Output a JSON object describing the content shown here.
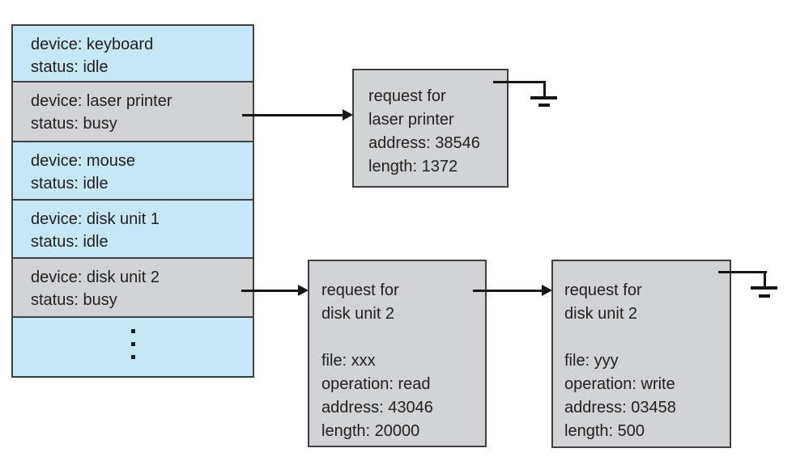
{
  "colors": {
    "idle_fill": "#c6e7f5",
    "busy_fill": "#d2d3d5",
    "border": "#3f4040",
    "text": "#1f1f1f",
    "arrow": "#161616",
    "background": "#ffffff"
  },
  "device_table": {
    "rows": [
      {
        "device": "device: keyboard",
        "status": "status: idle",
        "state": "idle"
      },
      {
        "device": "device: laser printer",
        "status": "status: busy",
        "state": "busy"
      },
      {
        "device": "device: mouse",
        "status": "status: idle",
        "state": "idle"
      },
      {
        "device": "device: disk unit 1",
        "status": "status: idle",
        "state": "idle"
      },
      {
        "device": "device: disk unit 2",
        "status": "status: busy",
        "state": "busy"
      }
    ],
    "more_rows_indicator": "⋮"
  },
  "request_nodes": {
    "laser_printer": {
      "line1": "request for",
      "line2": "laser printer",
      "address": "address: 38546",
      "length": "length: 1372"
    },
    "disk_unit_2_first": {
      "line1": "request for",
      "line2": "disk unit 2",
      "file": "file: xxx",
      "operation": "operation: read",
      "address": "address: 43046",
      "length": "length: 20000"
    },
    "disk_unit_2_second": {
      "line1": "request for",
      "line2": "disk unit 2",
      "file": "file: yyy",
      "operation": "operation: write",
      "address": "address: 03458",
      "length": "length: 500"
    }
  },
  "icons": {
    "vertical_ellipsis": "⋮",
    "ground_terminator": "electrical-ground null-pointer terminator"
  }
}
